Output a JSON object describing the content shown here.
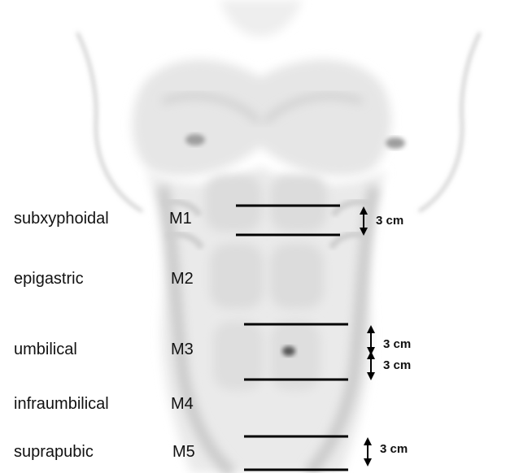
{
  "colors": {
    "skin_shade": "#d9d9d9",
    "skin_dark": "#b3b3b3",
    "line": "#000000",
    "text": "#111111"
  },
  "regions": [
    {
      "name": "subxyphoidal",
      "zone": "M1"
    },
    {
      "name": "epigastric",
      "zone": "M2"
    },
    {
      "name": "umbilical",
      "zone": "M3"
    },
    {
      "name": "infraumbilical",
      "zone": "M4"
    },
    {
      "name": "suprapubic",
      "zone": "M5"
    }
  ],
  "measurements": [
    {
      "label": "3 cm"
    },
    {
      "label": "3 cm"
    },
    {
      "label": "3 cm"
    },
    {
      "label": "3 cm"
    }
  ]
}
